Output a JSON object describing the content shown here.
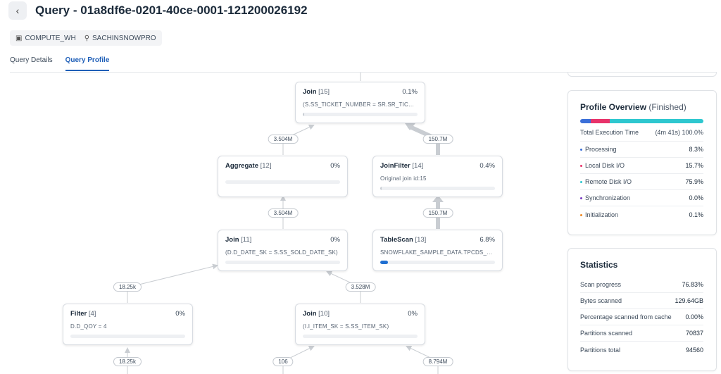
{
  "header": {
    "title": "Query - 01a8df6e-0201-40ce-0001-121200026192",
    "back_icon": "chevron-left-icon"
  },
  "chips": {
    "warehouse": "COMPUTE_WH",
    "warehouse_icon": "warehouse-icon",
    "user": "SACHINSNOWPRO",
    "user_icon": "user-icon"
  },
  "tabs": [
    {
      "label": "Query Details",
      "active": false
    },
    {
      "label": "Query Profile",
      "active": true
    }
  ],
  "graph": {
    "nodes": [
      {
        "name": "Join",
        "id": "[15]",
        "pct": "0.1%",
        "detail": "(S.SS_TICKET_NUMBER = SR.SR_TICKE…",
        "fill": 0.01,
        "color": "gray"
      },
      {
        "name": "Aggregate",
        "id": "[12]",
        "pct": "0%",
        "detail": "",
        "fill": 0.0,
        "color": "gray"
      },
      {
        "name": "JoinFilter",
        "id": "[14]",
        "pct": "0.4%",
        "detail": "Original join id:15",
        "fill": 0.01,
        "color": "gray"
      },
      {
        "name": "Join",
        "id": "[11]",
        "pct": "0%",
        "detail": "(D.D_DATE_SK = S.SS_SOLD_DATE_SK)",
        "fill": 0.0,
        "color": "gray"
      },
      {
        "name": "TableScan",
        "id": "[13]",
        "pct": "6.8%",
        "detail": "SNOWFLAKE_SAMPLE_DATA.TPCDS_SF…",
        "fill": 0.068,
        "color": "blue"
      },
      {
        "name": "Filter",
        "id": "[4]",
        "pct": "0%",
        "detail": "D.D_QOY = 4",
        "fill": 0.0,
        "color": "gray"
      },
      {
        "name": "Join",
        "id": "[10]",
        "pct": "0%",
        "detail": "(I.I_ITEM_SK = S.SS_ITEM_SK)",
        "fill": 0.0,
        "color": "gray"
      }
    ],
    "edge_labels": [
      "3.504M",
      "150.7M",
      "3.504M",
      "150.7M",
      "18.25k",
      "3.528M",
      "18.25k",
      "106",
      "8.794M"
    ]
  },
  "profile_overview": {
    "title": "Profile Overview",
    "status": "(Finished)",
    "execution_label": "Total Execution Time",
    "execution_time": "(4m 41s)",
    "execution_pct": "100.0%",
    "rows": [
      {
        "label": "Processing",
        "value": "8.3%",
        "color": "#3b6fd8",
        "fraction": 0.083
      },
      {
        "label": "Local Disk I/O",
        "value": "15.7%",
        "color": "#e8336a",
        "fraction": 0.157
      },
      {
        "label": "Remote Disk I/O",
        "value": "75.9%",
        "color": "#2ec7cf",
        "fraction": 0.759
      },
      {
        "label": "Synchronization",
        "value": "0.0%",
        "color": "#7b3fc2",
        "fraction": 0.0
      },
      {
        "label": "Initialization",
        "value": "0.1%",
        "color": "#f08a24",
        "fraction": 0.001
      }
    ]
  },
  "statistics": {
    "title": "Statistics",
    "rows": [
      {
        "label": "Scan progress",
        "value": "76.83%"
      },
      {
        "label": "Bytes scanned",
        "value": "129.64GB"
      },
      {
        "label": "Percentage scanned from cache",
        "value": "0.00%"
      },
      {
        "label": "Partitions scanned",
        "value": "70837"
      },
      {
        "label": "Partitions total",
        "value": "94560"
      }
    ]
  }
}
